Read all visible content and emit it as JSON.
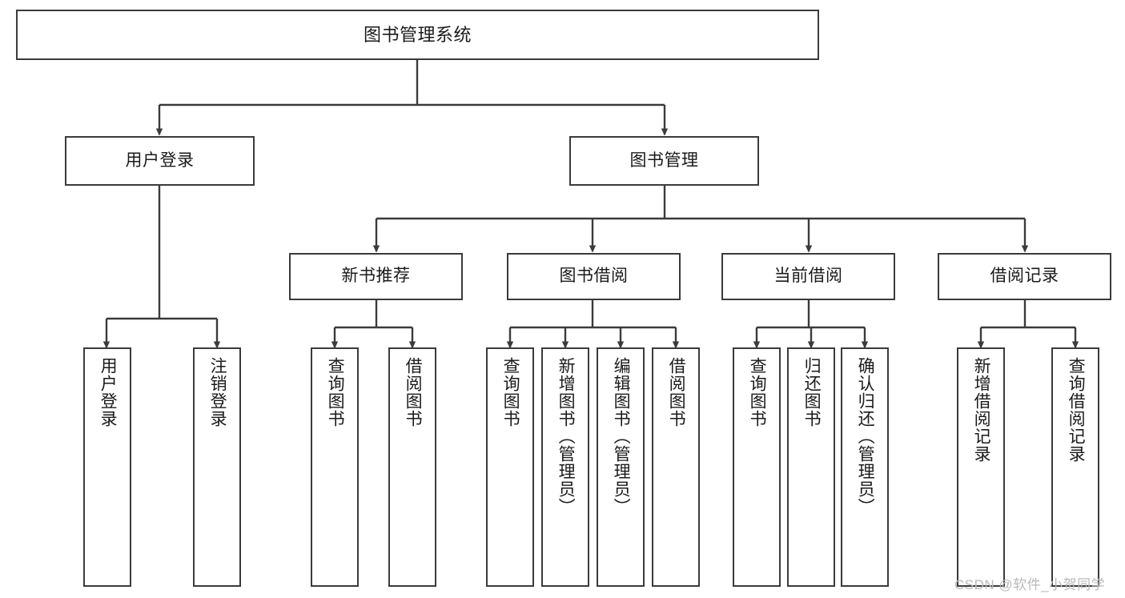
{
  "diagram": {
    "title": "图书管理系统",
    "type": "tree-hierarchy-chart",
    "colors": {
      "box_border": "#3b3b3b",
      "box_fill": "#ffffff",
      "edge": "#3b3b3b",
      "text": "#1a1a1a",
      "watermark": "#b9b9b9",
      "background": "#ffffff"
    },
    "nodes": {
      "root": {
        "label": "图书管理系统"
      },
      "level1": [
        {
          "id": "user-login",
          "label": "用户登录"
        },
        {
          "id": "book-management",
          "label": "图书管理"
        }
      ],
      "level2": [
        {
          "id": "new-book-recommend",
          "label": "新书推荐"
        },
        {
          "id": "book-borrow",
          "label": "图书借阅"
        },
        {
          "id": "current-borrow",
          "label": "当前借阅"
        },
        {
          "id": "borrow-record",
          "label": "借阅记录"
        }
      ],
      "leaves": {
        "user_login": [
          {
            "id": "leaf-user-login",
            "label": "用户登录"
          },
          {
            "id": "leaf-logout-login",
            "label": "注销登录"
          }
        ],
        "new_book_recommend": [
          {
            "id": "leaf-query-book-1",
            "label": "查询图书"
          },
          {
            "id": "leaf-borrow-book-1",
            "label": "借阅图书"
          }
        ],
        "book_borrow": [
          {
            "id": "leaf-query-book-2",
            "label": "查询图书"
          },
          {
            "id": "leaf-add-book",
            "label": "新增图书（管理员）"
          },
          {
            "id": "leaf-edit-book",
            "label": "编辑图书（管理员）"
          },
          {
            "id": "leaf-borrow-book-2",
            "label": "借阅图书"
          }
        ],
        "current_borrow": [
          {
            "id": "leaf-query-book-3",
            "label": "查询图书"
          },
          {
            "id": "leaf-return-book",
            "label": "归还图书"
          },
          {
            "id": "leaf-confirm-return",
            "label": "确认归还（管理员）"
          }
        ],
        "borrow_record": [
          {
            "id": "leaf-add-record",
            "label": "新增借阅记录"
          },
          {
            "id": "leaf-query-record",
            "label": "查询借阅记录"
          }
        ]
      }
    },
    "watermark": "CSDN @软件_小贺同学"
  }
}
